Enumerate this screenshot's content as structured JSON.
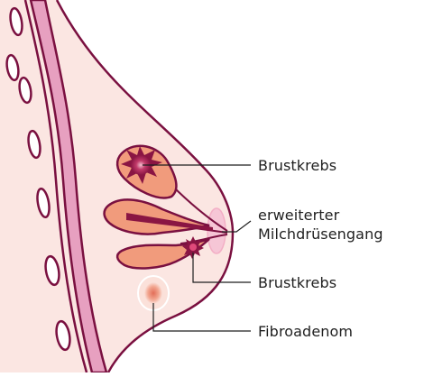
{
  "labels": {
    "breast_cancer_upper": "Brustkrebs",
    "dilated_duct_line1": "erweiterter",
    "dilated_duct_line2": "Milchdrüsengang",
    "breast_cancer_lower": "Brustkrebs",
    "fibroadenoma": "Fibroadenom"
  },
  "colors": {
    "outline": "#7a1040",
    "skin_fill": "#fbe6e2",
    "chest_band": "#e7a0c0",
    "lobule_fill": "#f19b7c",
    "lobule_light": "#f8c4b0",
    "tumor": "#b0205a",
    "nipple": "#f6c6d6",
    "fibroadenoma": "#e8816a",
    "leader_line": "#1f1f1f"
  }
}
